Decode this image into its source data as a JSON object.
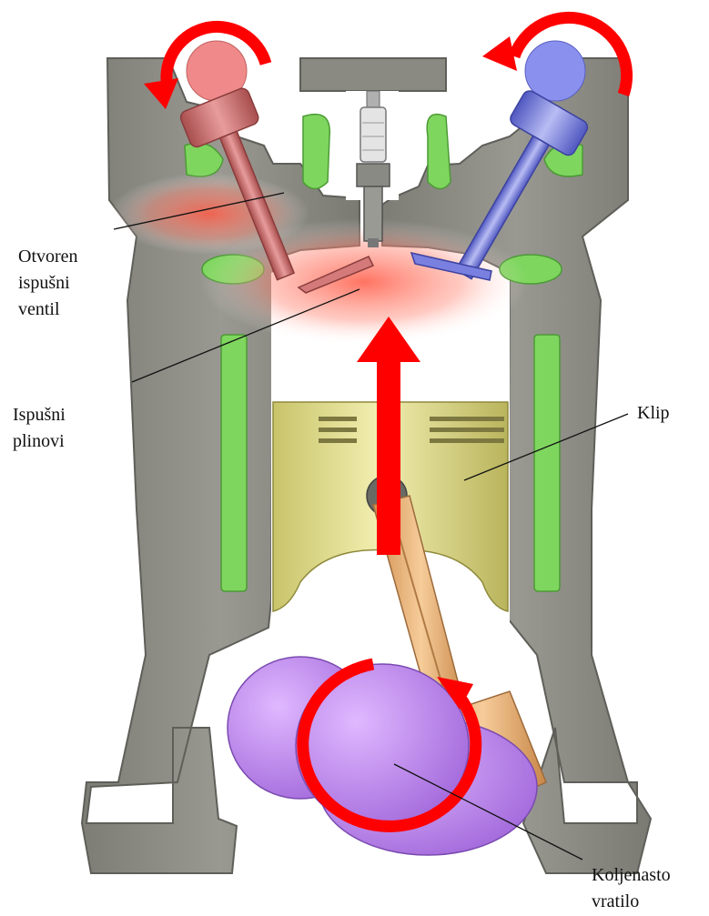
{
  "diagram": {
    "labels": {
      "exhaust_valve": [
        "Otvoren",
        "ispušni",
        "ventil"
      ],
      "exhaust_gases": [
        "Ispušni",
        "plinovi"
      ],
      "piston": [
        "Klip"
      ],
      "crankshaft": [
        "Koljenasto",
        "vratilo"
      ]
    },
    "colors": {
      "engine_block": "#8e8e86",
      "block_edge": "#5f5f5a",
      "coolant": "#7fd65f",
      "exhaust_valve": "#c86a6a",
      "intake_valve": "#7f86e0",
      "exhaust_gas": "#ff7060",
      "piston": "#e6e08a",
      "connecting_rod": "#e8b27a",
      "crankshaft": "#b97fe8",
      "arrow": "#ff0000",
      "spark_plug": "#c8c8c8"
    },
    "icons": [
      "rotation-arrow-icon",
      "up-arrow-icon",
      "spark-plug-icon"
    ]
  }
}
